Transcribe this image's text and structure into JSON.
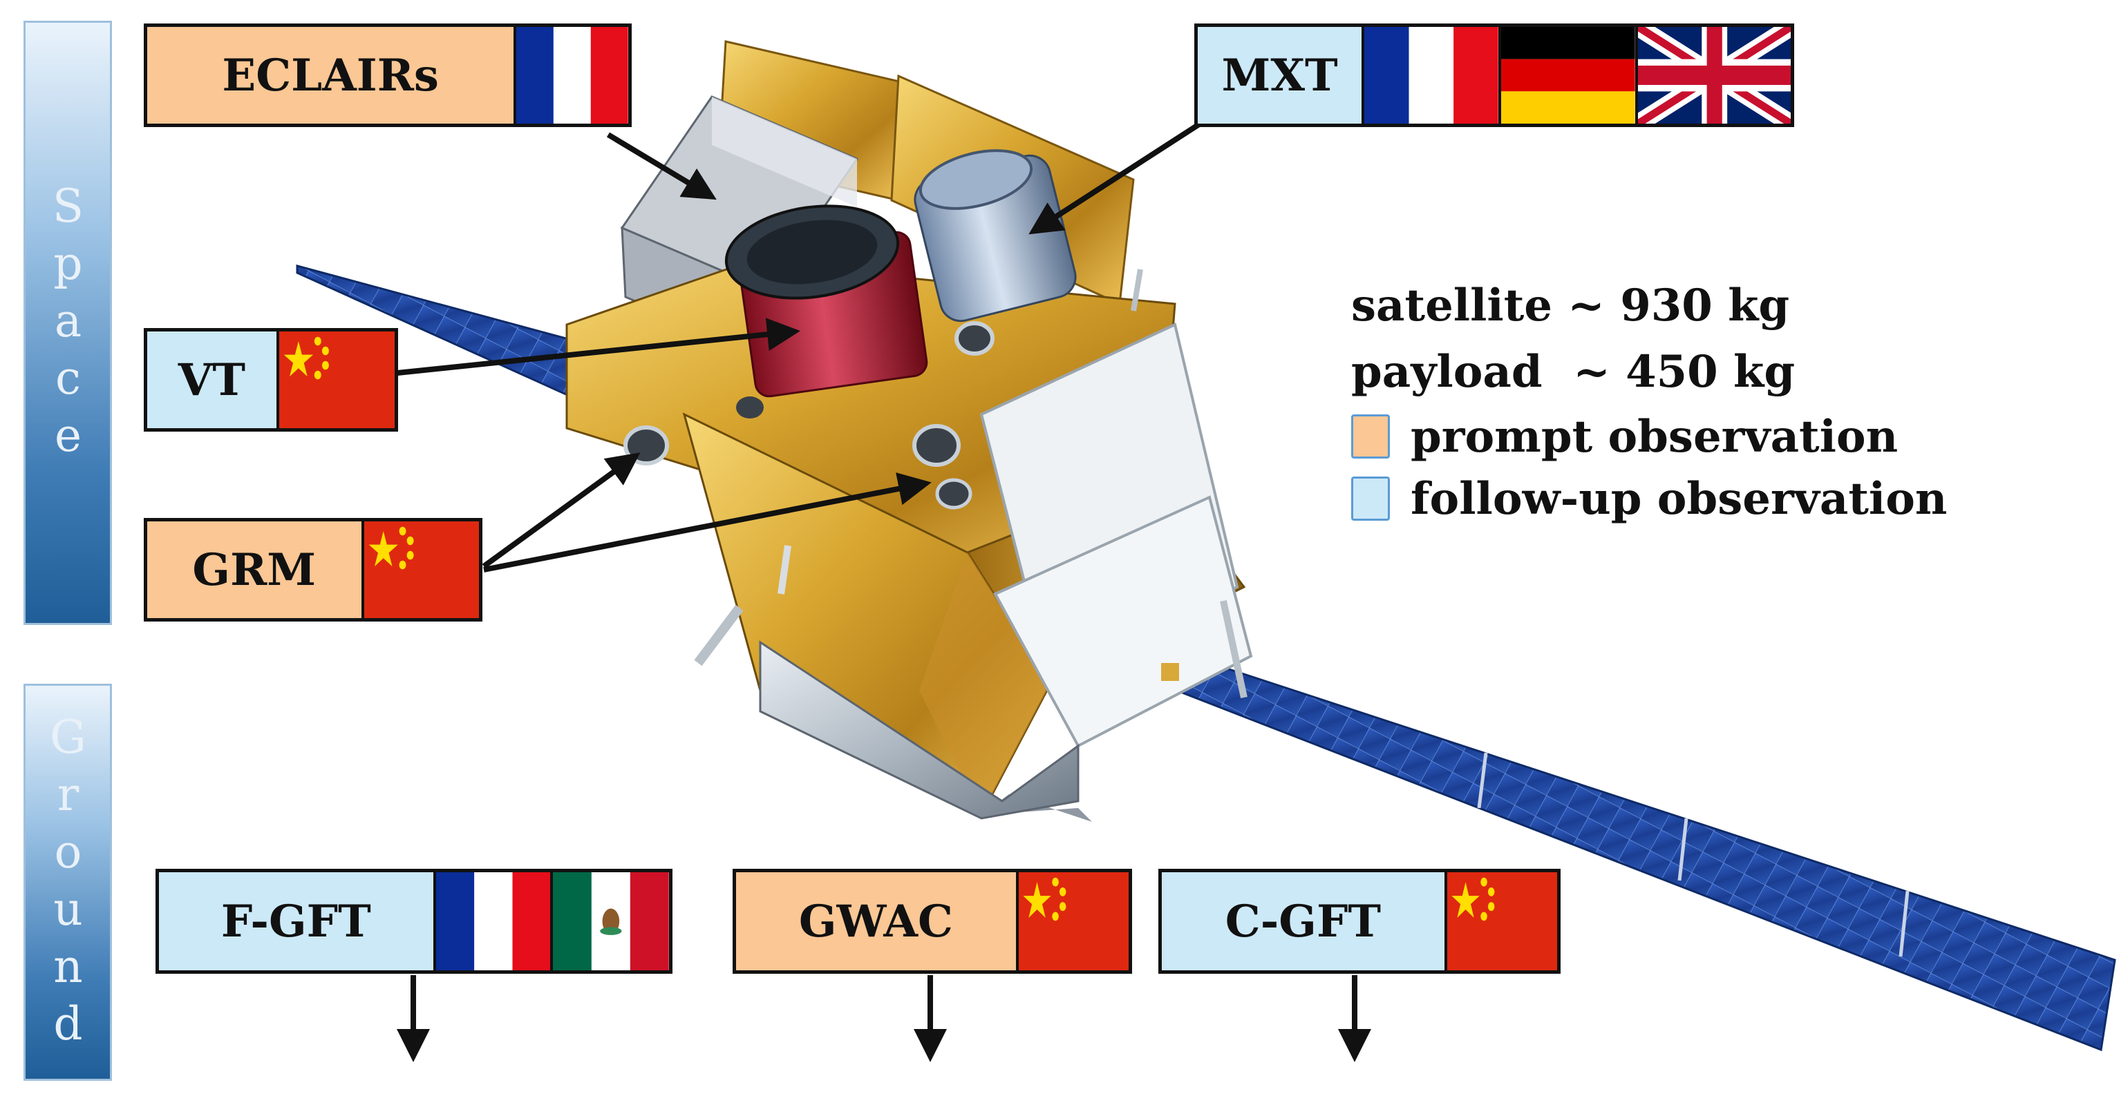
{
  "sidebar": {
    "space": "Space",
    "ground": "Ground"
  },
  "instruments": {
    "eclairs": {
      "name": "ECLAIRs",
      "category": "prompt",
      "flags": [
        "france"
      ]
    },
    "mxt": {
      "name": "MXT",
      "category": "follow-up",
      "flags": [
        "france",
        "germany",
        "united-kingdom"
      ]
    },
    "vt": {
      "name": "VT",
      "category": "follow-up",
      "flags": [
        "china"
      ]
    },
    "grm": {
      "name": "GRM",
      "category": "prompt",
      "flags": [
        "china"
      ]
    }
  },
  "ground": {
    "fgft": {
      "name": "F-GFT",
      "category": "follow-up",
      "flags": [
        "france",
        "mexico"
      ]
    },
    "gwac": {
      "name": "GWAC",
      "category": "prompt",
      "flags": [
        "china"
      ]
    },
    "cgft": {
      "name": "C-GFT",
      "category": "follow-up",
      "flags": [
        "china"
      ]
    }
  },
  "legend": {
    "satellite_mass": "satellite ~ 930 kg",
    "payload_mass": "payload  ~ 450 kg",
    "prompt": "prompt observation",
    "followup": "follow-up observation"
  },
  "colors": {
    "prompt": "#fac795",
    "followup": "#cce9f8",
    "sidebar_dark": "#1f5e98",
    "sidebar_light": "#eaf3fb",
    "gold_foil": "#d8a630",
    "solar_panel": "#1d3f8f",
    "flag_red": "#de2910",
    "flag_yellow": "#ffde00"
  }
}
